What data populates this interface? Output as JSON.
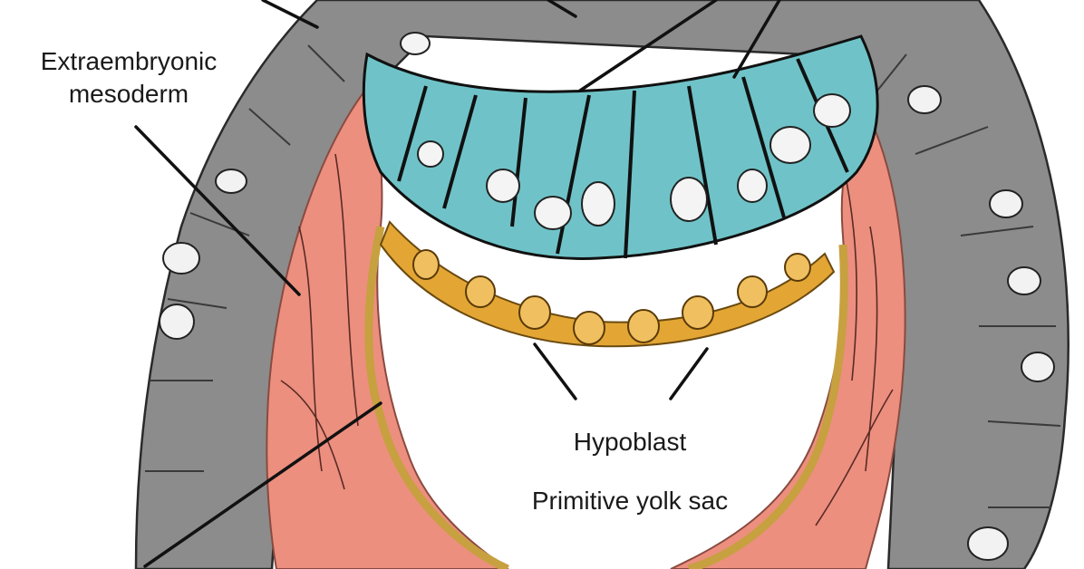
{
  "labels": {
    "extraembryonic_mesoderm": "Extraembryonic\nmesoderm",
    "hypoblast": "Hypoblast",
    "primitive_yolk_sac": "Primitive yolk sac"
  },
  "colors": {
    "cytotrophoblast": "#8c8c8c",
    "mesoderm": "#ec8f7f",
    "epiblast": "#6fc3c8",
    "hypoblast": "#e3a634",
    "yolk_sac_membrane": "#d9b04a",
    "background": "#ffffff"
  }
}
